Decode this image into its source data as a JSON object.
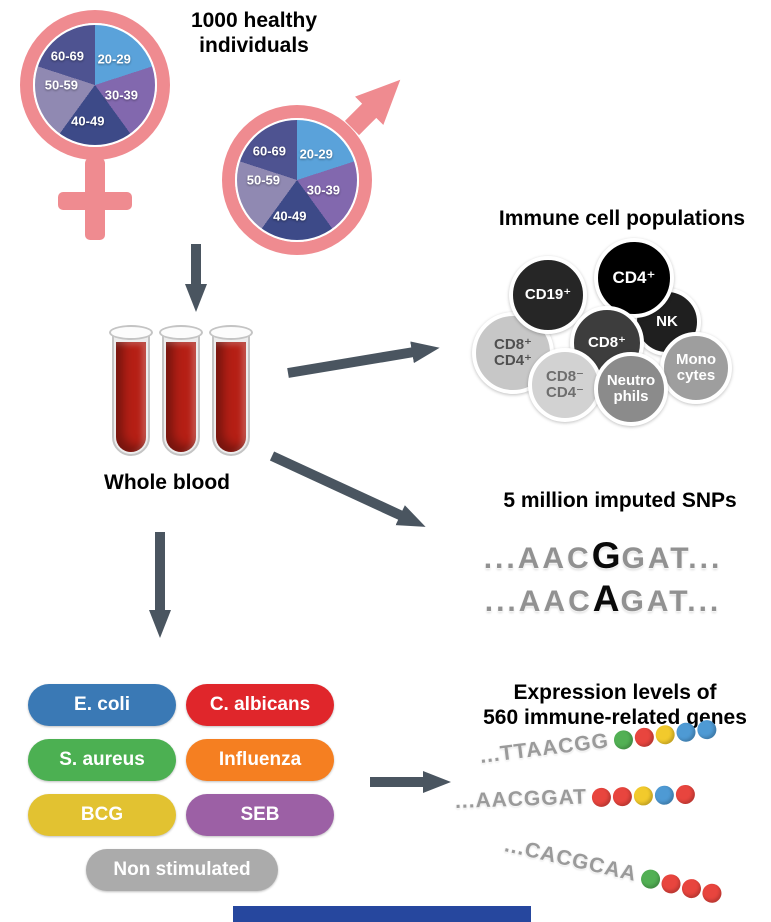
{
  "header": {
    "title": "1000 healthy\nindividuals"
  },
  "age_pie": {
    "labels": [
      "20-29",
      "30-39",
      "40-49",
      "50-59",
      "60-69"
    ],
    "colors": [
      "#5aa2da",
      "#8268ae",
      "#3d4a88",
      "#9089b2",
      "#4e5391"
    ]
  },
  "colors": {
    "gender": "#ef8b90",
    "arrow": "#4a5560",
    "blood": "#b51f15",
    "footer_bar": "#26479e"
  },
  "blood": {
    "label": "Whole blood"
  },
  "immune": {
    "title": "Immune cell populations",
    "cells": [
      {
        "label": "CD8⁺\nCD4⁺",
        "color": "#c7c7c7",
        "text": "#4f4f4f"
      },
      {
        "label": "CD19⁺",
        "color": "#262626",
        "text": "#ffffff"
      },
      {
        "label": "NK",
        "color": "#1f1f1f",
        "text": "#ffffff"
      },
      {
        "label": "CD4⁺",
        "color": "#000000",
        "text": "#ffffff"
      },
      {
        "label": "Mono\ncytes",
        "color": "#9e9e9e",
        "text": "#ffffff"
      },
      {
        "label": "CD8⁺",
        "color": "#3d3d3d",
        "text": "#ffffff"
      },
      {
        "label": "CD8⁻\nCD4⁻",
        "color": "#d2d2d2",
        "text": "#6e6e6e"
      },
      {
        "label": "Neutro\nphils",
        "color": "#8b8b8b",
        "text": "#ffffff"
      }
    ]
  },
  "snps": {
    "title": "5 million imputed SNPs",
    "sequences": [
      {
        "prefix": "...AAC",
        "variant": "G",
        "suffix": "GAT..."
      },
      {
        "prefix": "...AAC",
        "variant": "A",
        "suffix": "GAT..."
      }
    ]
  },
  "stimuli": {
    "items": [
      {
        "label": "E. coli",
        "color": "#3a79b5"
      },
      {
        "label": "C. albicans",
        "color": "#e0262b"
      },
      {
        "label": "S. aureus",
        "color": "#4cb052"
      },
      {
        "label": "Influenza",
        "color": "#f57f21"
      },
      {
        "label": "BCG",
        "color": "#e2c231"
      },
      {
        "label": "SEB",
        "color": "#9c60a5"
      },
      {
        "label": "Non stimulated",
        "color": "#ababab"
      }
    ]
  },
  "expression": {
    "title": "Expression levels of\n560 immune-related genes",
    "strands": [
      {
        "seq": "...TTAACGG",
        "beads": [
          "#52b054",
          "#e8453e",
          "#f2ca2c",
          "#4e9ad4",
          "#4e9ad4"
        ]
      },
      {
        "seq": "...AACGGAT",
        "beads": [
          "#e8453e",
          "#e8453e",
          "#f2ca2c",
          "#4e9ad4",
          "#e8453e"
        ]
      },
      {
        "seq": "...CACGCAA",
        "beads": [
          "#52b054",
          "#e8453e",
          "#e8453e",
          "#e8453e"
        ]
      }
    ]
  }
}
